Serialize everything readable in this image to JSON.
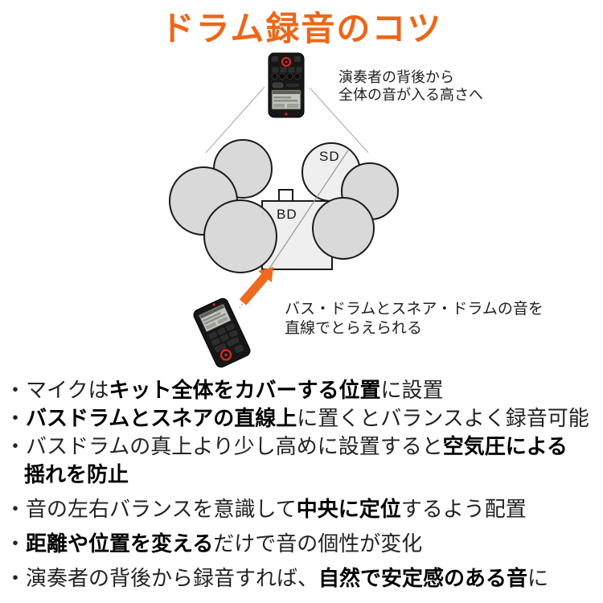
{
  "title": "ドラム録音のコツ",
  "colors": {
    "title": "#ec6719",
    "arrow": "#ee6a1f",
    "drum_fill": "#d9d9d9",
    "light_fill": "#efefef",
    "outline": "#1a1a1a",
    "guide_line": "#999999",
    "spread_line": "#b5b5b5",
    "recorder_body": "#171717",
    "recorder_screen": "#c3c7c0",
    "record_button": "#d42a1e"
  },
  "diagram": {
    "top_note": {
      "line1": "演奏者の背後から",
      "line2": "全体の音が入る高さへ"
    },
    "bottom_note": {
      "line1": "バス・ドラムとスネア・ドラムの音を",
      "line2": "直線でとらえられる"
    },
    "snare_label": "SD",
    "bass_label": "BD"
  },
  "tips": [
    {
      "pre": "・マイクは",
      "bold": "キット全体をカバーする位置",
      "post": "に設置"
    },
    {
      "pre": "・",
      "bold": "バスドラムとスネアの直線上",
      "post": "に置くとバランスよく録音可能"
    },
    {
      "pre": "・バスドラムの真上より少し高めに設置すると",
      "bold": "空気圧による",
      "post": "",
      "bold2": "揺れを防止"
    },
    {
      "pre": "・音の左右バランスを意識して",
      "bold": "中央に定位",
      "post": "するよう配置"
    },
    {
      "pre": "・",
      "bold": "距離や位置を変える",
      "post": "だけで音の個性が変化"
    },
    {
      "pre": "・演奏者の背後から録音すれば、",
      "bold": "自然で安定感のある音",
      "post": "に"
    }
  ]
}
